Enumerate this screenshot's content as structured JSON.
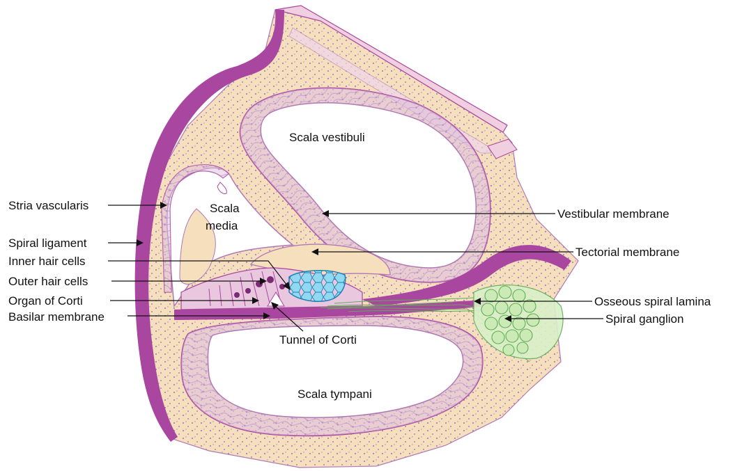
{
  "colors": {
    "bone": "#f5dfbd",
    "bone_dots": "#a585c2",
    "outer_wall": "#a9469f",
    "membrane": "#dcc0e0",
    "membrane_line": "#b079b6",
    "corti": "#e9c7df",
    "tectorial_cells": "#57c5ea",
    "ganglion": "#d9f0c9",
    "ganglion_line": "#5fae55",
    "label": "#111111"
  },
  "cavities": {
    "scala_vestibuli": "Scala vestibuli",
    "scala_media_line1": "Scala",
    "scala_media_line2": "media",
    "scala_tympani": "Scala tympani"
  },
  "left_labels": {
    "stria_vascularis": "Stria vascularis",
    "spiral_ligament": "Spiral ligament",
    "inner_hair_cells": "Inner hair cells",
    "outer_hair_cells": "Outer hair cells",
    "organ_of_corti": "Organ of Corti",
    "basilar_membrane": "Basilar membrane"
  },
  "right_labels": {
    "vestibular_membrane": "Vestibular membrane",
    "tectorial_membrane": "Tectorial membrane",
    "osseous_spiral_lamina": "Osseous spiral lamina",
    "spiral_ganglion": "Spiral ganglion"
  },
  "bottom_labels": {
    "tunnel_of_corti": "Tunnel of Corti"
  }
}
